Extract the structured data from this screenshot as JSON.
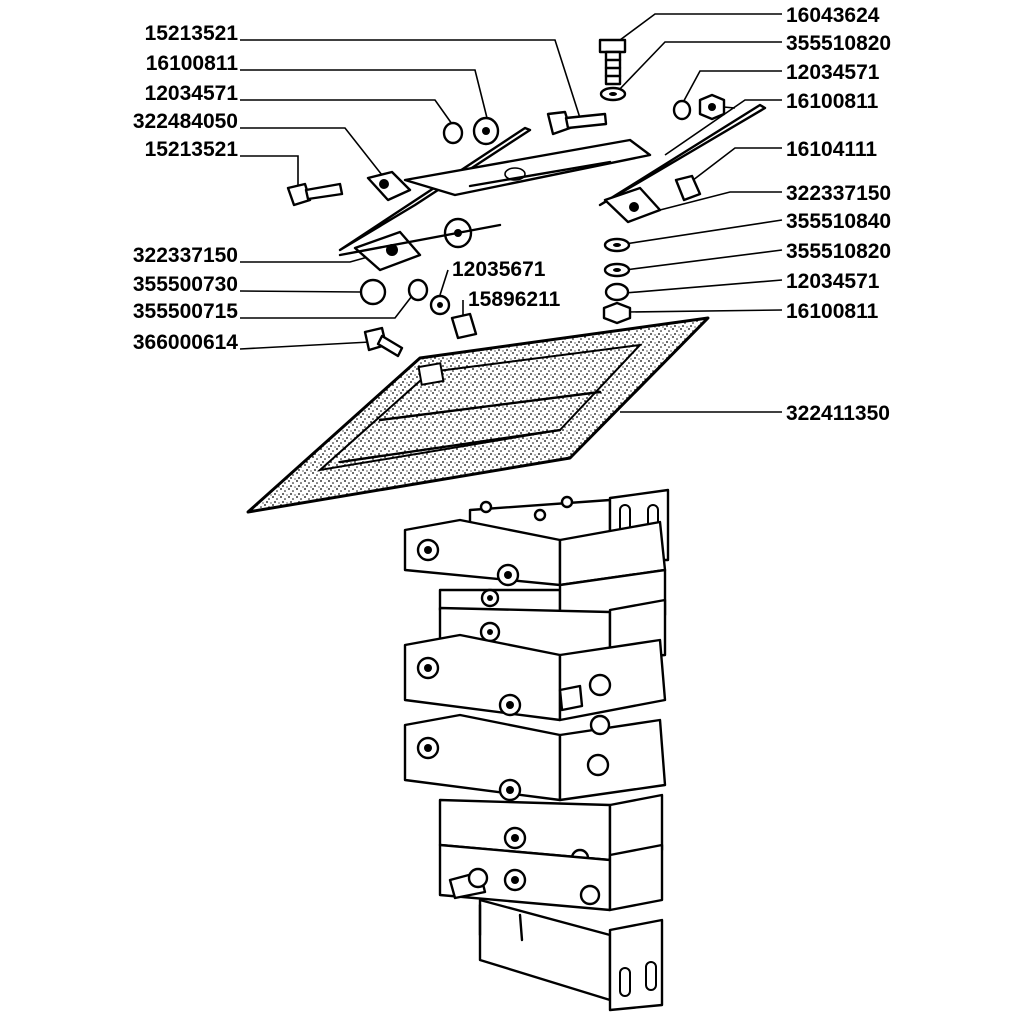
{
  "callouts_right": [
    {
      "part": "16043624"
    },
    {
      "part": "355510820"
    },
    {
      "part": "12034571"
    },
    {
      "part": "16100811"
    },
    {
      "part": "16104111"
    },
    {
      "part": "322337150"
    },
    {
      "part": "355510840"
    },
    {
      "part": "355510820"
    },
    {
      "part": "12034571"
    },
    {
      "part": "16100811"
    },
    {
      "part": "322411350"
    }
  ],
  "callouts_left": [
    {
      "part": "15213521"
    },
    {
      "part": "16100811"
    },
    {
      "part": "12034571"
    },
    {
      "part": "322484050"
    },
    {
      "part": "15213521"
    },
    {
      "part": "322337150"
    },
    {
      "part": "355500730"
    },
    {
      "part": "355500715"
    },
    {
      "part": "366000614"
    }
  ],
  "callouts_inner": [
    {
      "part": "12035671"
    },
    {
      "part": "15896211"
    }
  ]
}
